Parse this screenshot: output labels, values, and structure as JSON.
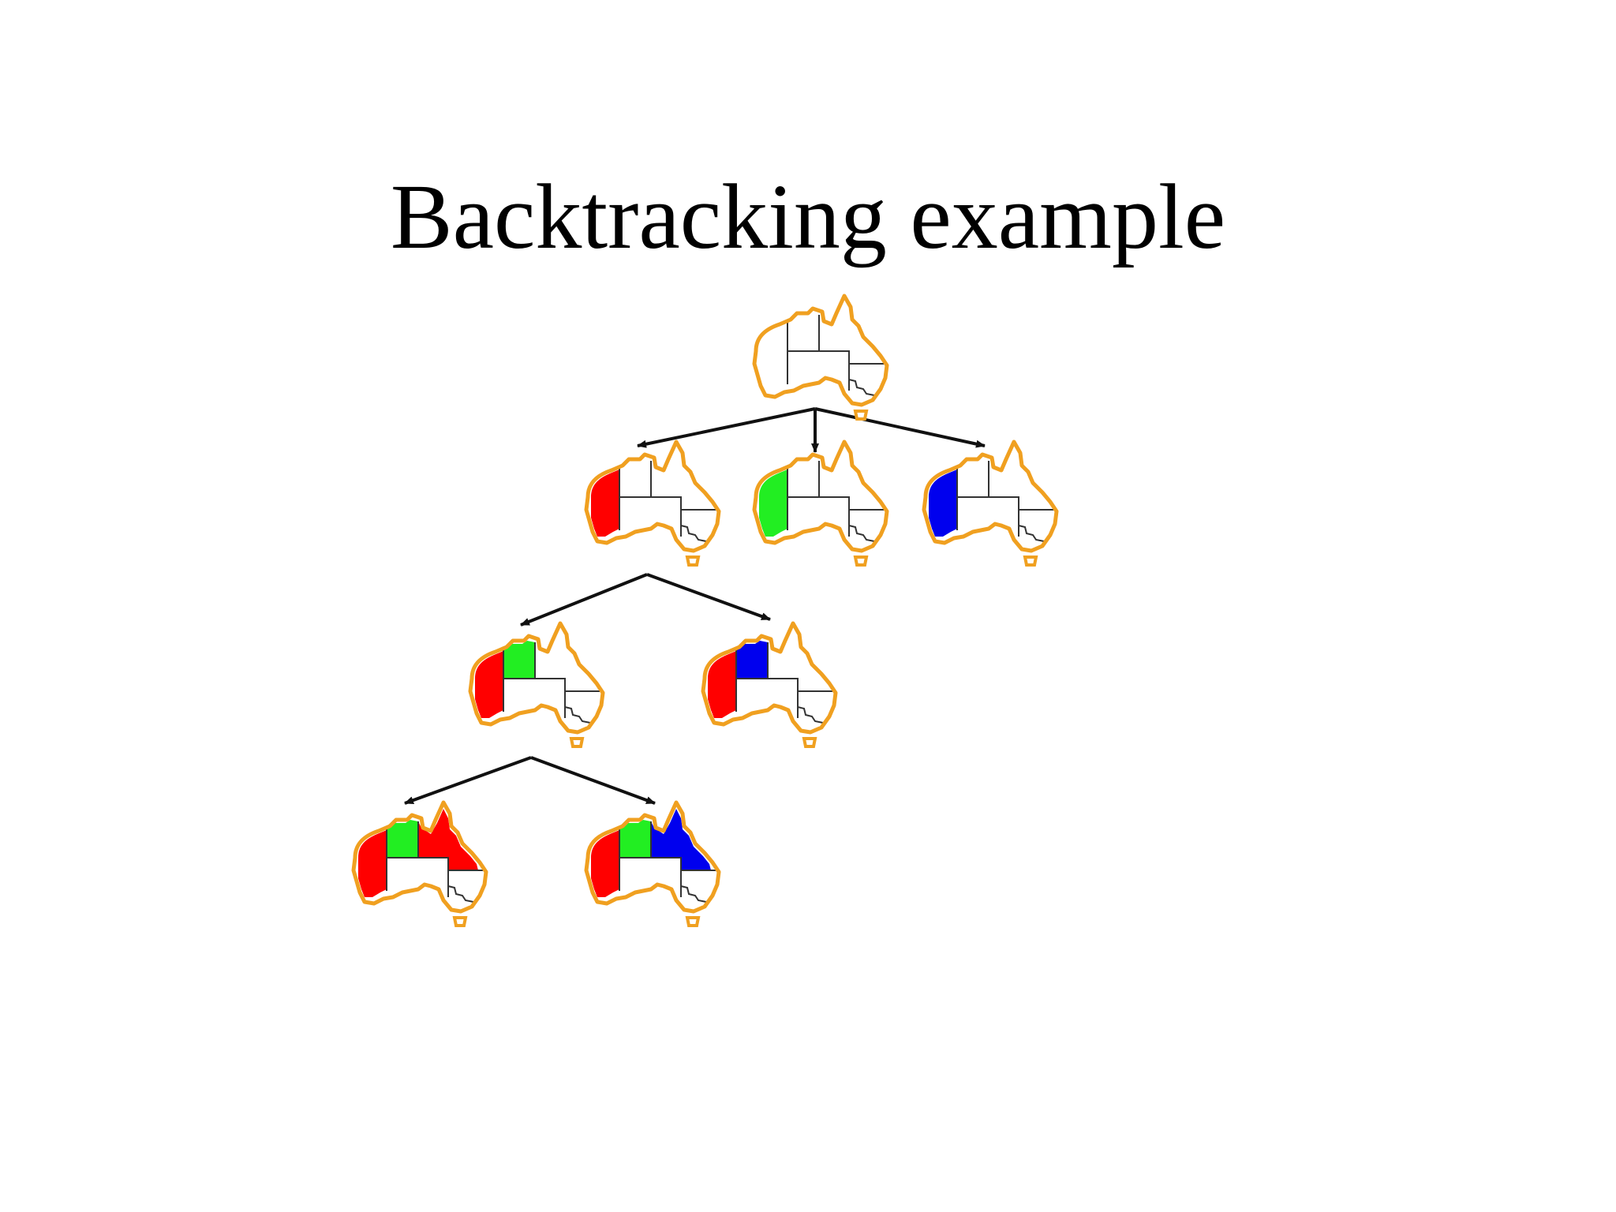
{
  "title": "Backtracking example",
  "colors": {
    "outline": "#f0a020",
    "border": "#333333",
    "arrow": "#111111",
    "red": "#ff0000",
    "green": "#22ee22",
    "blue": "#0000ee",
    "uncolored": "#ffffff"
  },
  "tree": {
    "nodes": [
      {
        "id": "root",
        "level": 0,
        "regions": {}
      },
      {
        "id": "wa-red",
        "level": 1,
        "regions": {
          "WA": "red"
        }
      },
      {
        "id": "wa-green",
        "level": 1,
        "regions": {
          "WA": "green"
        }
      },
      {
        "id": "wa-blue",
        "level": 1,
        "regions": {
          "WA": "blue"
        }
      },
      {
        "id": "wa-red-nt-green",
        "level": 2,
        "regions": {
          "WA": "red",
          "NT": "green"
        }
      },
      {
        "id": "wa-red-nt-blue",
        "level": 2,
        "regions": {
          "WA": "red",
          "NT": "blue"
        }
      },
      {
        "id": "wa-red-nt-green-q-red",
        "level": 3,
        "regions": {
          "WA": "red",
          "NT": "green",
          "Q": "red"
        }
      },
      {
        "id": "wa-red-nt-green-q-blue",
        "level": 3,
        "regions": {
          "WA": "red",
          "NT": "green",
          "Q": "blue"
        }
      }
    ],
    "edges": [
      [
        "root",
        "wa-red"
      ],
      [
        "root",
        "wa-green"
      ],
      [
        "root",
        "wa-blue"
      ],
      [
        "wa-red",
        "wa-red-nt-green"
      ],
      [
        "wa-red",
        "wa-red-nt-blue"
      ],
      [
        "wa-red-nt-green",
        "wa-red-nt-green-q-red"
      ],
      [
        "wa-red-nt-green",
        "wa-red-nt-green-q-blue"
      ]
    ]
  }
}
